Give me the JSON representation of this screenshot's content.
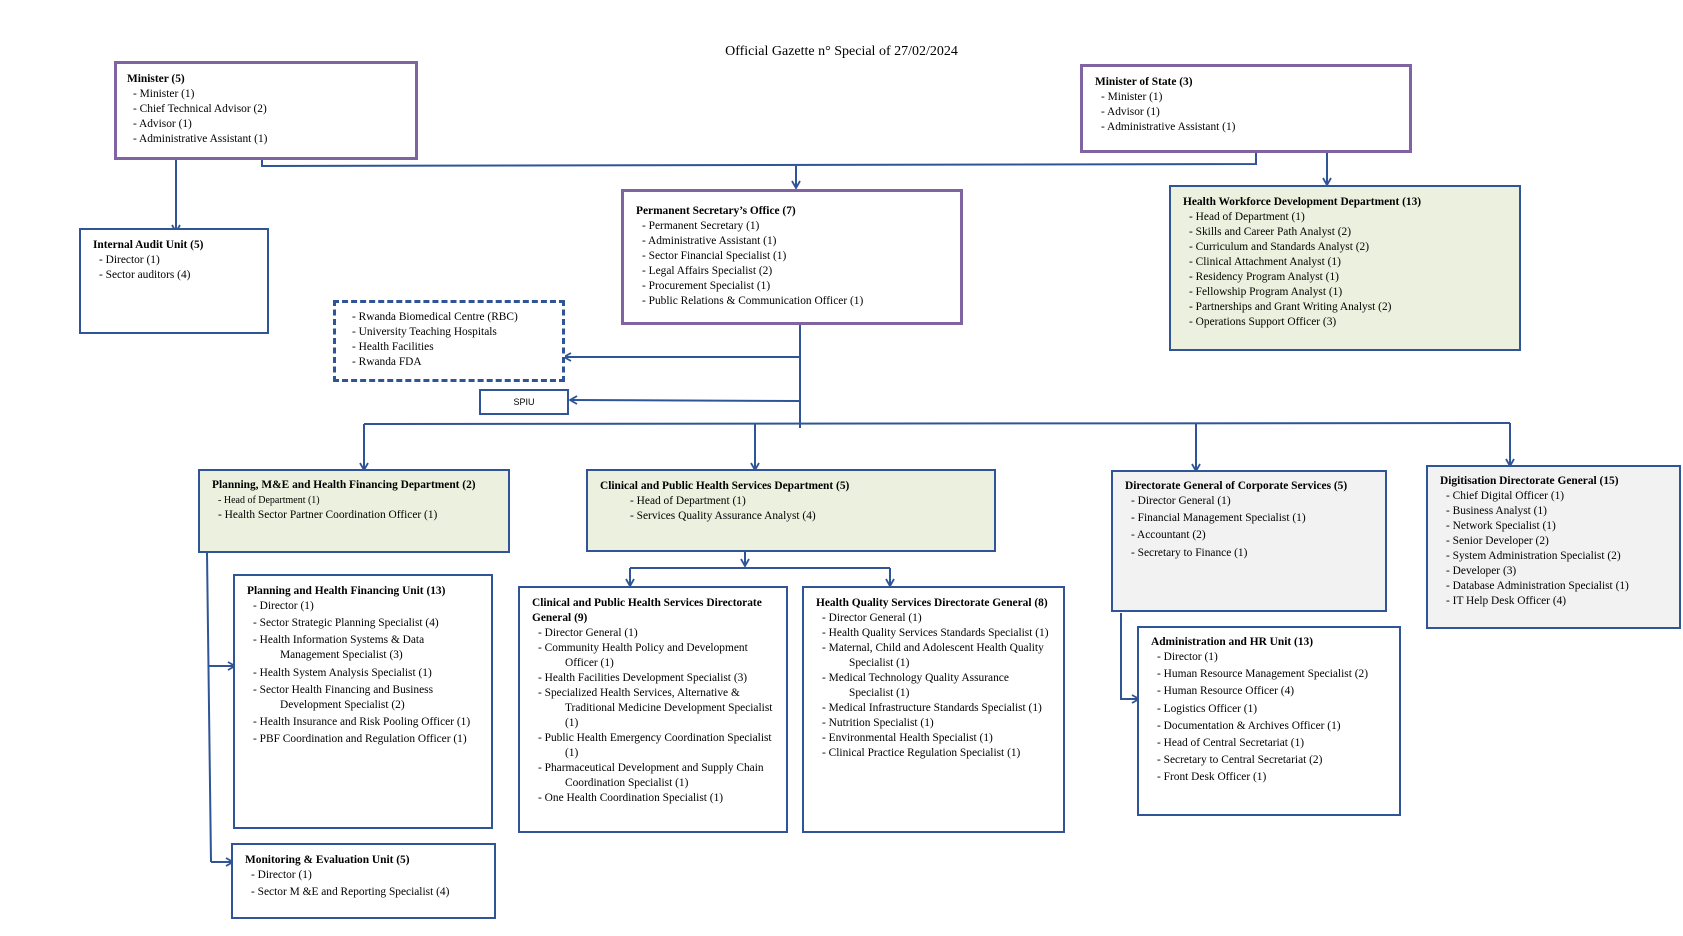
{
  "header": "Official Gazette n° Special of 27/02/2024",
  "colors": {
    "purple_border": "#8064a2",
    "blue_border": "#2f5597",
    "connector": "#2f5597",
    "green_fill": "#ebf1de",
    "grey_fill": "#f2f2f2"
  },
  "units": {
    "minister": {
      "title": "Minister (5)",
      "items": [
        "Minister (1)",
        "Chief Technical Advisor (2)",
        "Advisor (1)",
        "Administrative Assistant (1)"
      ]
    },
    "minister_of_state": {
      "title": "Minister of State (3)",
      "items": [
        "Minister (1)",
        "Advisor (1)",
        "Administrative Assistant (1)"
      ]
    },
    "internal_audit": {
      "title": "Internal Audit Unit (5)",
      "items": [
        "Director (1)",
        "Sector auditors (4)"
      ]
    },
    "permanent_secretary": {
      "title": "Permanent Secretary’s Office (7)",
      "items": [
        "Permanent Secretary (1)",
        "Administrative Assistant (1)",
        "Sector Financial Specialist (1)",
        "Legal Affairs Specialist (2)",
        "Procurement Specialist (1)",
        "Public Relations & Communication Officer (1)"
      ]
    },
    "health_workforce": {
      "title": "Health Workforce Development Department (13)",
      "items": [
        "Head of Department (1)",
        "Skills and Career Path Analyst (2)",
        "Curriculum and Standards Analyst (2)",
        "Clinical Attachment Analyst (1)",
        "Residency Program Analyst (1)",
        "Fellowship Program Analyst (1)",
        "Partnerships and Grant Writing Analyst (2)",
        "Operations Support Officer (3)"
      ]
    },
    "affiliated": {
      "items": [
        "Rwanda Biomedical Centre (RBC)",
        "University Teaching Hospitals",
        "Health Facilities",
        "Rwanda FDA"
      ]
    },
    "spiu": {
      "label": "SPIU"
    },
    "planning_dept": {
      "title": "Planning, M&E and Health Financing Department (2)",
      "items": [
        "Head of Department (1)",
        "Health Sector Partner Coordination Officer (1)"
      ]
    },
    "clinical_dept": {
      "title": "Clinical and Public Health Services Department (5)",
      "items": [
        "Head of Department (1)",
        "Services Quality Assurance Analyst (4)"
      ]
    },
    "corporate_services": {
      "title": "Directorate General of Corporate Services (5)",
      "items": [
        "Director General (1)",
        "Financial Management Specialist (1)",
        "Accountant (2)",
        "Secretary to Finance (1)"
      ]
    },
    "digitisation": {
      "title": "Digitisation Directorate General (15)",
      "items": [
        "Chief Digital Officer (1)",
        "Business Analyst (1)",
        "Network Specialist (1)",
        "Senior Developer (2)",
        "System Administration Specialist (2)",
        "Developer (3)",
        "Database Administration Specialist (1)",
        "IT Help Desk Officer (4)"
      ]
    },
    "planning_unit": {
      "title": "Planning and Health Financing Unit (13)",
      "items": [
        "Director (1)",
        "Sector Strategic Planning Specialist (4)",
        "Health Information Systems & Data Management Specialist (3)",
        "Health System Analysis Specialist (1)",
        "Sector Health Financing and Business Development Specialist (2)",
        "Health Insurance and Risk Pooling Officer (1)",
        "PBF Coordination and Regulation Officer (1)"
      ]
    },
    "me_unit": {
      "title": "Monitoring & Evaluation Unit (5)",
      "items": [
        "Director (1)",
        "Sector M &E and Reporting Specialist (4)"
      ]
    },
    "clinical_dg": {
      "title": "Clinical and Public Health Services Directorate General (9)",
      "items": [
        "Director General (1)",
        "Community Health Policy and Development Officer (1)",
        "Health Facilities Development Specialist (3)",
        "Specialized Health Services, Alternative & Traditional Medicine Development Specialist (1)",
        "Public Health Emergency Coordination Specialist (1)",
        "Pharmaceutical Development and Supply Chain Coordination Specialist (1)",
        "One Health Coordination Specialist (1)"
      ]
    },
    "quality_dg": {
      "title": "Health Quality Services Directorate General (8)",
      "items": [
        "Director General (1)",
        "Health Quality Services Standards Specialist (1)",
        "Maternal, Child and Adolescent Health Quality Specialist (1)",
        "Medical Technology Quality Assurance Specialist (1)",
        "Medical Infrastructure Standards Specialist (1)",
        "Nutrition Specialist (1)",
        "Environmental Health Specialist (1)",
        "Clinical Practice Regulation Specialist (1)"
      ]
    },
    "admin_hr": {
      "title": "Administration and HR Unit (13)",
      "items": [
        "Director (1)",
        "Human Resource Management Specialist (2)",
        "Human Resource Officer (4)",
        "Logistics Officer (1)",
        "Documentation & Archives Officer (1)",
        "Head of Central Secretariat (1)",
        "Secretary to Central Secretariat (2)",
        "Front Desk Officer (1)"
      ]
    }
  }
}
